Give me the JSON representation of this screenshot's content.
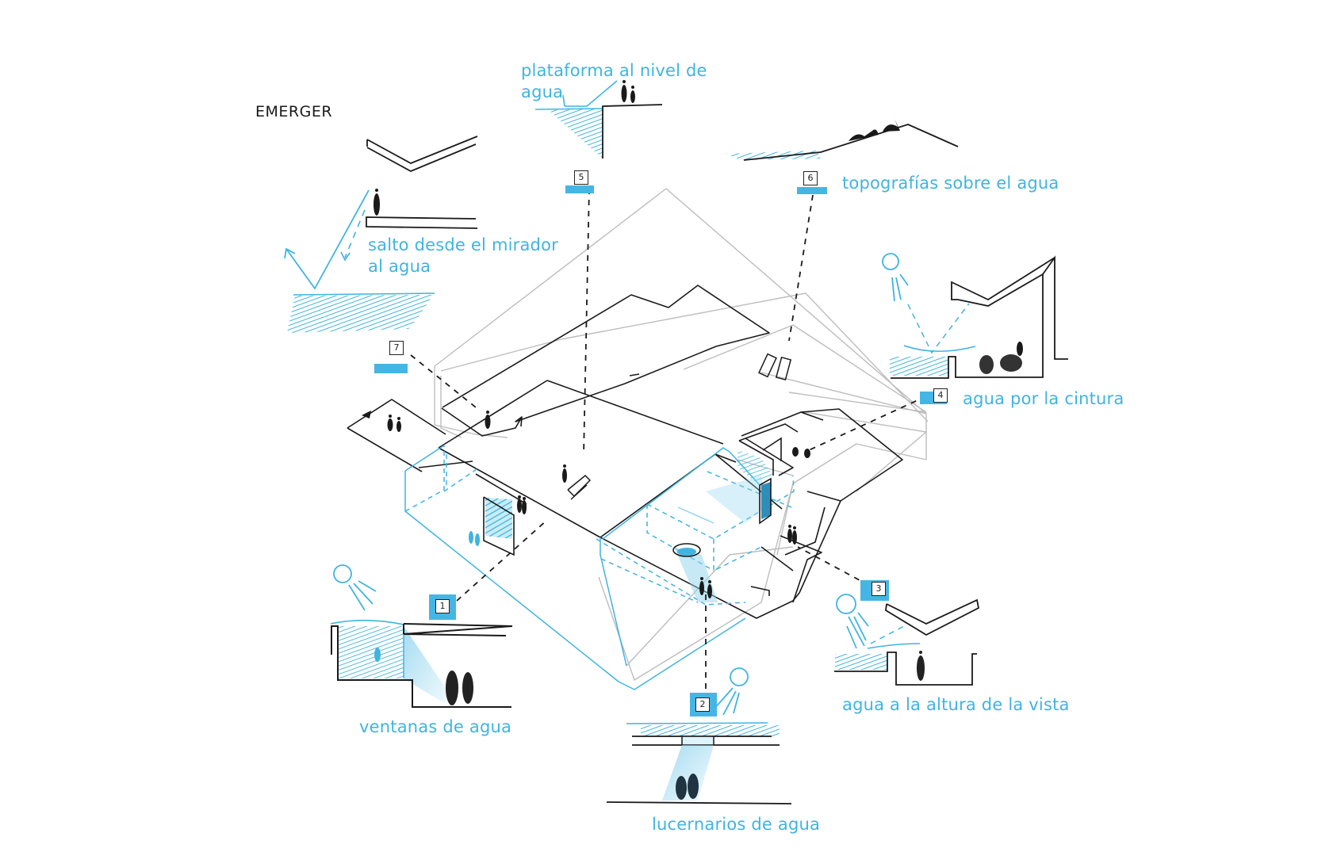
{
  "diagram": {
    "title": "EMERGER",
    "colors": {
      "ink": "#1a1a1a",
      "water": "#3fb4e0",
      "water_fill": "#45b6e4",
      "context_line": "#b8b8b8"
    },
    "callouts": [
      {
        "id": "1",
        "number": "1",
        "label": "ventanas de agua",
        "icon": "sun-icon"
      },
      {
        "id": "2",
        "number": "2",
        "label": "lucernarios de agua",
        "icon": "sun-icon"
      },
      {
        "id": "3",
        "number": "3",
        "label": "agua a la altura de la vista",
        "icon": "sun-icon"
      },
      {
        "id": "4",
        "number": "4",
        "label": "agua por la cintura",
        "icon": "sun-icon"
      },
      {
        "id": "5",
        "number": "5",
        "label_line1": "plataforma al nivel de",
        "label_line2": "agua"
      },
      {
        "id": "6",
        "number": "6",
        "label": "topografías sobre el agua"
      },
      {
        "id": "7",
        "number": "7",
        "label_line1": "salto desde el mirador",
        "label_line2": "al agua"
      }
    ]
  }
}
